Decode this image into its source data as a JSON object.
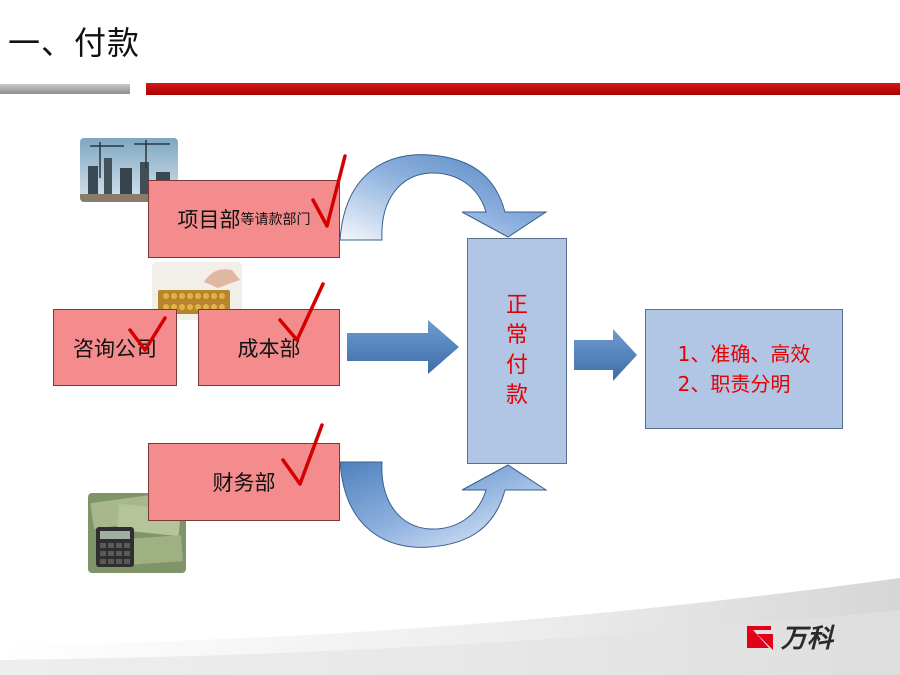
{
  "title": "一、付款",
  "nodes": {
    "project_dept": {
      "label": "项目部",
      "sub": "等请款部门"
    },
    "consult": {
      "label": "咨询公司"
    },
    "cost_dept": {
      "label": "成本部"
    },
    "finance_dept": {
      "label": "财务部"
    },
    "normal_payment": {
      "chars": [
        "正",
        "常",
        "付",
        "款"
      ]
    },
    "result": {
      "lines": [
        "1、准确、高效",
        "2、职责分明"
      ]
    }
  },
  "logo": {
    "text": "万科"
  },
  "colors": {
    "pink_box": "#f48c8e",
    "blue_box": "#b0c6e4",
    "red_text": "#e60000",
    "arrow_blue": "#4f81bd",
    "check_red": "#d40000"
  },
  "icons": [
    "construction-photo",
    "abacus-photo",
    "money-calculator-photo",
    "checkmark-icon",
    "vanke-logo-icon"
  ]
}
